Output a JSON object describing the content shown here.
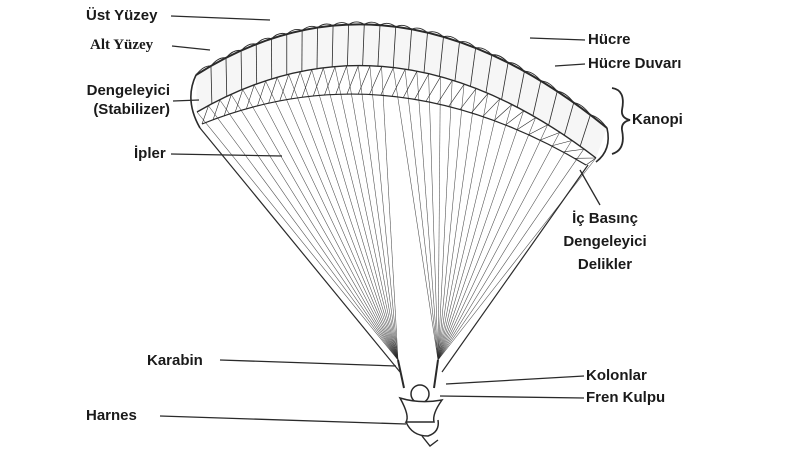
{
  "labels": {
    "ust_yuzey": "Üst Yüzey",
    "alt_yuzey": "Alt Yüzey",
    "dengeleyici_1": "Dengeleyici",
    "dengeleyici_2": "(Stabilizer)",
    "ipler": "İpler",
    "karabin": "Karabin",
    "harnes": "Harnes",
    "hucre": "Hücre",
    "hucre_duvari": "Hücre Duvarı",
    "kanopi": "Kanopi",
    "ic_basinc_1": "İç Basınç",
    "ic_basinc_2": "Dengeleyici",
    "ic_basinc_3": "Delikler",
    "kolonlar": "Kolonlar",
    "fren_kulpu": "Fren Kulpu"
  },
  "colors": {
    "line": "#2a2a2a",
    "text": "#1a1a1a",
    "background": "#ffffff"
  }
}
